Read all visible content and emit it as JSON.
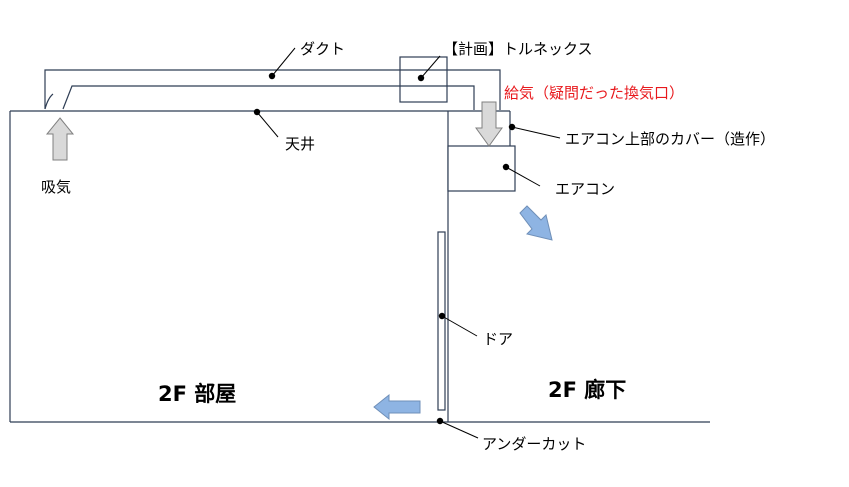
{
  "labels": {
    "duct": "ダクト",
    "tornex": "【計画】トルネックス",
    "supply": "給気（疑問だった換気口）",
    "ceiling": "天井",
    "intake": "吸気",
    "ac_cover": "エアコン上部のカバー（造作）",
    "ac": "エアコン",
    "door": "ドア",
    "room": "2F 部屋",
    "hallway": "2F 廊下",
    "undercut": "アンダーカット"
  },
  "colors": {
    "line": "#2f3e55",
    "arrow_gray": "#d9d9d9",
    "arrow_blue": "#8eb4e3",
    "arrow_stroke": "#6f8fb8",
    "red_text": "#e8191d"
  },
  "icons": {
    "intake_arrow": "up-arrow-icon",
    "supply_arrow": "down-arrow-icon",
    "ac_flow_arrow": "diagonal-arrow-icon",
    "undercut_arrow": "left-arrow-icon"
  }
}
